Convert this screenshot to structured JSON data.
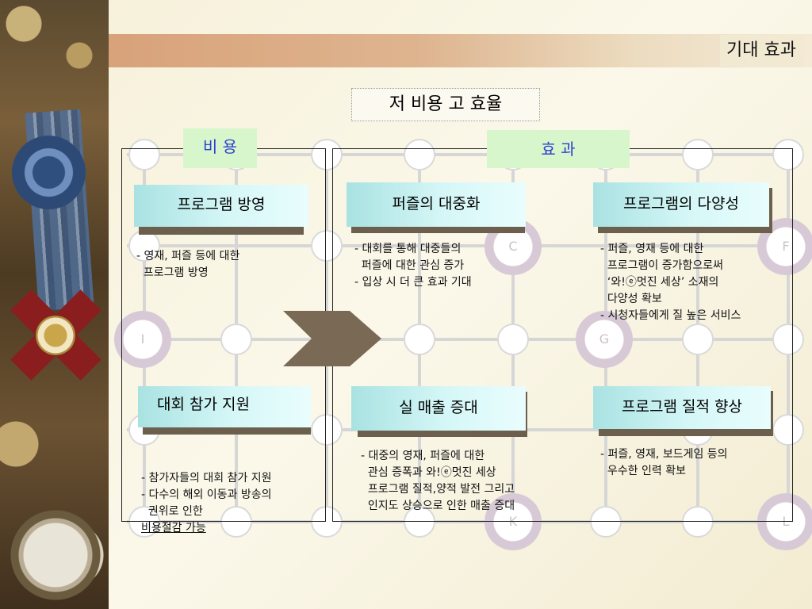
{
  "header": {
    "title": "기대 효과"
  },
  "main_title": "저 비용 고 효율",
  "cost_panel": {
    "label": "비  용"
  },
  "effect_panel": {
    "label": "효         과"
  },
  "boxes": {
    "program_broadcast": "프로그램 방영",
    "puzzle_popular": "퍼즐의 대중화",
    "program_diversity": "프로그램의 다양성",
    "contest_support": "대회 참가 지원",
    "sales_increase": "실 매출 증대",
    "program_quality": "프로그램 질적 향상"
  },
  "descs": {
    "program_broadcast": [
      "- 영재, 퍼즐 등에 대한",
      "  프로그램 방영"
    ],
    "puzzle_popular": [
      "- 대회를 통해 대중들의",
      "  퍼즐에 대한 관심 증가",
      "- 입상 시 더 큰 효과 기대"
    ],
    "program_diversity": [
      "- 퍼즐, 영재 등에 대한",
      "  프로그램이 증가함으로써",
      "  ‘와!ⓔ멋진 세상’ 소재의",
      "  다양성 확보",
      "- 시청자들에게 질 높은 서비스"
    ],
    "contest_support": [
      "- 참가자들의 대회 참가 지원",
      "- 다수의 해외 이동과 방송의",
      "  권위로 인한 "
    ],
    "contest_support_underline": "비용절감 가능",
    "sales_increase": [
      "- 대중의 영재, 퍼즐에 대한",
      "  관심 증폭과 와!ⓔ멋진 세상",
      "  프로그램 질적,양적 발전 그리고",
      "  인지도 상승으로 인한 매출 증대"
    ],
    "program_quality": [
      "- 퍼즐, 영재, 보드게임 등의",
      "  우수한 인력 확보"
    ]
  },
  "grid_letters": [
    "C",
    "F",
    "I",
    "G",
    "K",
    "L"
  ],
  "colors": {
    "header_bar": "#d8a27a",
    "green_label_bg": "#d8f6cc",
    "green_label_text": "#2f3fd0",
    "box_cyan": "#a9e2e2",
    "box_shadow": "#6d5f4d",
    "arrow": "#7a6a55"
  }
}
